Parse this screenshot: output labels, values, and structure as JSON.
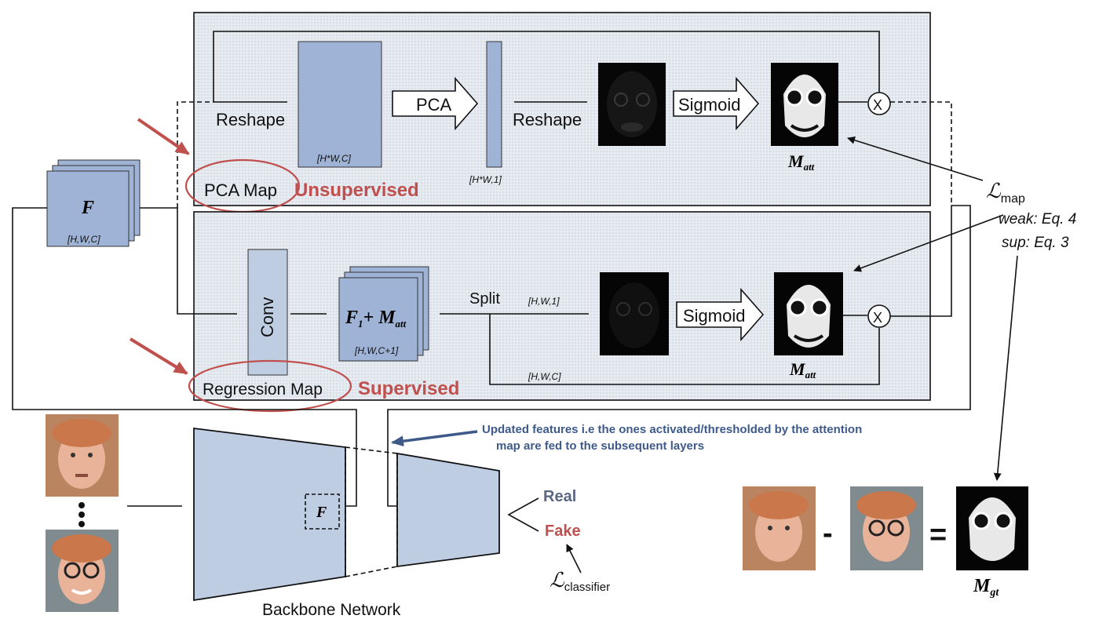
{
  "pca_panel": {
    "reshape1": "Reshape",
    "dim1": "[H*W,C]",
    "pca": "PCA",
    "dim2": "[H*W,1]",
    "reshape2": "Reshape",
    "sigmoid": "Sigmoid",
    "mult": "X",
    "matt_base": "M",
    "matt_sub": "att",
    "label": "PCA Map",
    "tag": "Unsupervised"
  },
  "reg_panel": {
    "conv": "Conv",
    "f1_base": "F",
    "f1_sub": "1",
    "f1_plus": "+ M",
    "f1_plus_sub": "att",
    "dim_block": "[H,W,C+1]",
    "split": "Split",
    "dim_split1": "[H,W,1]",
    "dim_split2": "[H,W,C]",
    "sigmoid": "Sigmoid",
    "mult": "X",
    "matt_base": "M",
    "matt_sub": "att",
    "label": "Regression Map",
    "tag": "Supervised"
  },
  "feature": {
    "name": "F",
    "dim": "[H,W,C]"
  },
  "loss_map": {
    "symbol": "ℒ",
    "sub": "map",
    "weak": "weak: Eq. 4",
    "sup": "sup: Eq. 3"
  },
  "backbone": {
    "feature": "F",
    "label": "Backbone Network"
  },
  "note": {
    "line1": "Updated features i.e the ones activated/thresholded by the attention",
    "line2": "map are fed to the subsequent layers"
  },
  "outputs": {
    "real": "Real",
    "fake": "Fake",
    "loss_symbol": "ℒ",
    "loss_sub": "classifier"
  },
  "equation": {
    "minus": "-",
    "equals": "=",
    "mgt_base": "M",
    "mgt_sub": "gt"
  },
  "colors": {
    "block": "#9fb3d6",
    "block_light": "#bfcde3",
    "panel_bg": "#e3e8f0",
    "red": "#c0504d",
    "note_blue": "#3e5a8a"
  }
}
